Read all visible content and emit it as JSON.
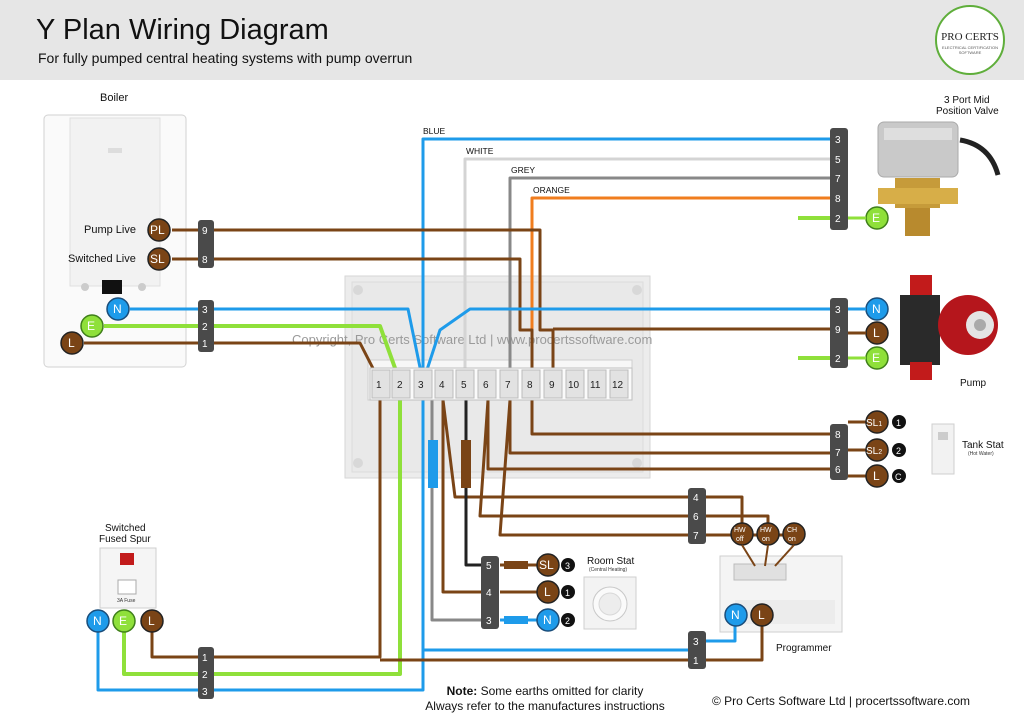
{
  "header": {
    "title": "Y Plan Wiring Diagram",
    "subtitle": "For fully pumped central heating systems with pump overrun"
  },
  "logo": {
    "text": "PRO CERTS",
    "subtext": "ELECTRICAL CERTIFICATION SOFTWARE"
  },
  "watermark": "Copyright, Pro Certs Software Ltd | www.procertssoftware.com",
  "boiler": {
    "label": "Boiler",
    "pump_live": "Pump Live",
    "switched_live": "Switched Live",
    "pl": "PL",
    "sl": "SL",
    "n": "N",
    "e": "E",
    "l": "L",
    "terminals": [
      "9",
      "8",
      "3",
      "2",
      "1"
    ]
  },
  "valve": {
    "label_line1": "3 Port Mid",
    "label_line2": "Position Valve",
    "terminals": [
      "3",
      "5",
      "7",
      "8",
      "2"
    ],
    "e": "E"
  },
  "wires": {
    "blue": "BLUE",
    "white": "WHITE",
    "grey": "GREY",
    "orange": "ORANGE"
  },
  "pump": {
    "label": "Pump",
    "terminals": [
      "3",
      "9",
      "2"
    ],
    "n": "N",
    "l": "L",
    "e": "E"
  },
  "junction_box": {
    "terminals": [
      "1",
      "2",
      "3",
      "4",
      "5",
      "6",
      "7",
      "8",
      "9",
      "10",
      "11",
      "12"
    ]
  },
  "tank_stat": {
    "label": "Tank Stat",
    "sublabel": "(Hot Water)",
    "terminals": [
      "8",
      "7",
      "6"
    ],
    "sl1": "SL",
    "sl1_sub": "1",
    "sl1_badge": "1",
    "sl2": "SL",
    "sl2_sub": "2",
    "sl2_badge": "2",
    "l": "L",
    "l_badge": "C"
  },
  "programmer": {
    "label": "Programmer",
    "terminals": [
      "4",
      "6",
      "7"
    ],
    "hw_off_1": "HW",
    "hw_off_2": "off",
    "hw_on_1": "HW",
    "hw_on_2": "on",
    "ch_on_1": "CH",
    "ch_on_2": "on",
    "n": "N",
    "l": "L",
    "supply_terminals": [
      "3",
      "1"
    ]
  },
  "room_stat": {
    "label": "Room Stat",
    "sublabel": "(Central Heating)",
    "terminals": [
      "5",
      "4",
      "3"
    ],
    "sl": "SL",
    "sl_badge": "3",
    "l": "L",
    "l_badge": "1",
    "n": "N",
    "n_badge": "2"
  },
  "fused_spur": {
    "label_line1": "Switched",
    "label_line2": "Fused Spur",
    "fuse": "3A Fuse",
    "n": "N",
    "e": "E",
    "l": "L",
    "terminals": [
      "1",
      "2",
      "3"
    ]
  },
  "note": {
    "bold": "Note:",
    "line1": " Some earths omitted for clarity",
    "line2": "Always refer to the manufactures instructions"
  },
  "footer": "© Pro Certs Software Ltd | procertssoftware.com",
  "colors": {
    "brown": "#7a4416",
    "blue": "#1e9bea",
    "green_yellow": "#8fe03a",
    "grey": "#888888",
    "white_wire": "#d8d8d8",
    "orange": "#f07d1e",
    "terminal_block": "#4a4a4a"
  }
}
